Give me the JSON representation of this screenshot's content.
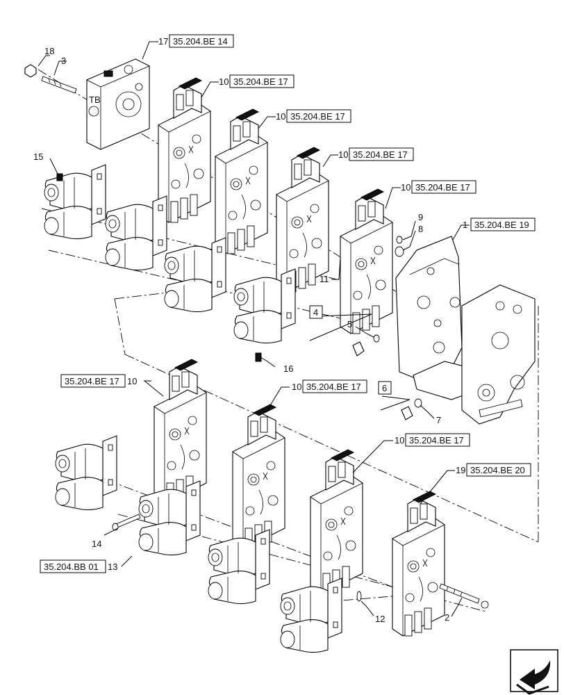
{
  "callouts": {
    "c17": {
      "num": "17",
      "ref": "35.204.BE 14"
    },
    "c10a": {
      "num": "10",
      "ref": "35.204.BE 17"
    },
    "c10b": {
      "num": "10",
      "ref": "35.204.BE 17"
    },
    "c10c": {
      "num": "10",
      "ref": "35.204.BE 17"
    },
    "c10d": {
      "num": "10",
      "ref": "35.204.BE 17"
    },
    "c1": {
      "num": "1",
      "ref": "35.204.BE 19"
    },
    "c10e": {
      "num": "10",
      "ref": "35.204.BE 17"
    },
    "c10f": {
      "num": "10",
      "ref": "35.204.BE 17"
    },
    "c10g": {
      "num": "10",
      "ref": "35.204.BE 17"
    },
    "c19": {
      "num": "19",
      "ref": "35.204.BE 20"
    },
    "c13": {
      "num": "13",
      "ref": "35.204.BB 01"
    }
  },
  "labels": {
    "n18": "18",
    "n3": "3",
    "n15": "15",
    "n9": "9",
    "n8": "8",
    "n11": "11",
    "n4": "4",
    "n5": "5",
    "n16": "16",
    "n6": "6",
    "n7": "7",
    "n14": "14",
    "n12": "12",
    "n2": "2"
  },
  "icons": {
    "navigation": "page-turn-arrow-icon"
  }
}
